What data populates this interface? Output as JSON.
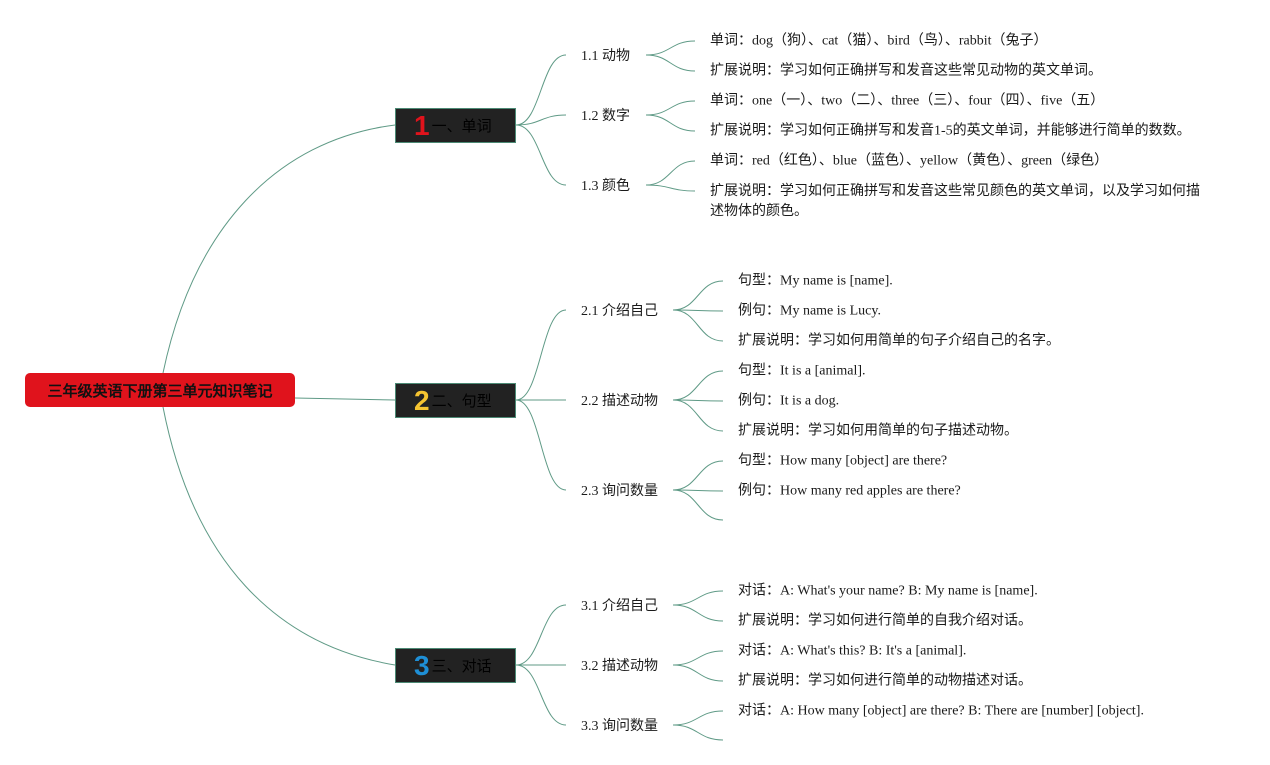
{
  "root": "三年级英语下册第三单元知识笔记",
  "colors": {
    "root": "#e0131c",
    "branch_bg": "#222222",
    "link": "#5f9a86",
    "badge1": "#e0131c",
    "badge2": "#f5c431",
    "badge3": "#1e8fd6"
  },
  "branches": [
    {
      "badge": "1",
      "label": "一、单词",
      "topics": [
        {
          "label": "1.1 动物",
          "leaves": [
            {
              "key": "单词：",
              "text": "dog（狗）、cat（猫）、bird（鸟）、rabbit（兔子）"
            },
            {
              "key": "扩展说明：",
              "text": "学习如何正确拼写和发音这些常见动物的英文单词。"
            }
          ]
        },
        {
          "label": "1.2 数字",
          "leaves": [
            {
              "key": "单词：",
              "text": "one（一）、two（二）、three（三）、four（四）、five（五）"
            },
            {
              "key": "扩展说明：",
              "text": "学习如何正确拼写和发音1-5的英文单词，并能够进行简单的数数。"
            }
          ]
        },
        {
          "label": "1.3 颜色",
          "leaves": [
            {
              "key": "单词：",
              "text": "red（红色）、blue（蓝色）、yellow（黄色）、green（绿色）"
            },
            {
              "key": "扩展说明：",
              "text": "学习如何正确拼写和发音这些常见颜色的英文单词，以及学习如何描述物体的颜色。"
            }
          ]
        }
      ]
    },
    {
      "badge": "2",
      "label": "二、句型",
      "topics": [
        {
          "label": "2.1 介绍自己",
          "leaves": [
            {
              "key": "句型：",
              "text": "My name is [name]."
            },
            {
              "key": "例句：",
              "text": "My name is Lucy."
            },
            {
              "key": "扩展说明：",
              "text": "学习如何用简单的句子介绍自己的名字。"
            }
          ]
        },
        {
          "label": "2.2 描述动物",
          "leaves": [
            {
              "key": "句型：",
              "text": "It is a [animal]."
            },
            {
              "key": "例句：",
              "text": "It is a dog."
            },
            {
              "key": "扩展说明：",
              "text": "学习如何用简单的句子描述动物。"
            }
          ]
        },
        {
          "label": "2.3 询问数量",
          "leaves": [
            {
              "key": "句型：",
              "text": "How many [object] are there?"
            },
            {
              "key": "例句：",
              "text": "How many red apples are there?"
            },
            {
              "key": "",
              "text": ""
            }
          ]
        }
      ]
    },
    {
      "badge": "3",
      "label": "三、对话",
      "topics": [
        {
          "label": "3.1 介绍自己",
          "leaves": [
            {
              "key": "对话：",
              "text": "A: What's your name? B: My name is [name]."
            },
            {
              "key": "扩展说明：",
              "text": "学习如何进行简单的自我介绍对话。"
            }
          ]
        },
        {
          "label": "3.2 描述动物",
          "leaves": [
            {
              "key": "对话：",
              "text": "A: What's this? B: It's a [animal]."
            },
            {
              "key": "扩展说明：",
              "text": "学习如何进行简单的动物描述对话。"
            }
          ]
        },
        {
          "label": "3.3 询问数量",
          "leaves": [
            {
              "key": "对话：",
              "text": "A: How many [object] are there? B: There are [number] [object]."
            },
            {
              "key": "",
              "text": ""
            }
          ]
        }
      ]
    }
  ]
}
